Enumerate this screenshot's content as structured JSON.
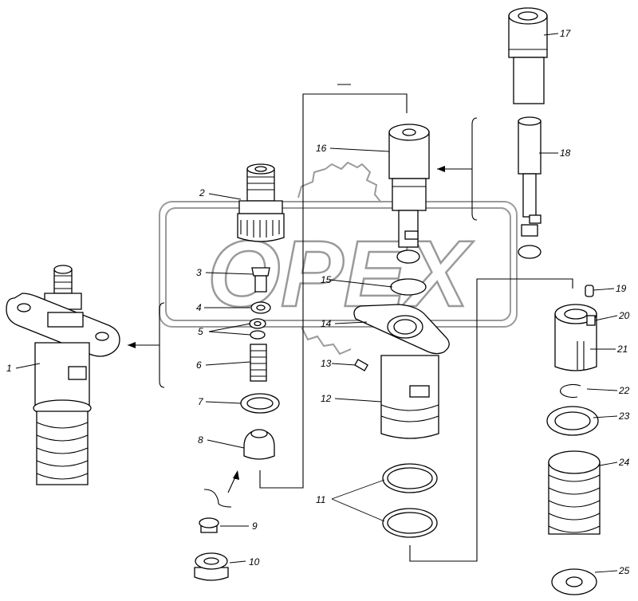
{
  "watermark": {
    "text": "OPEX"
  },
  "callouts": [
    "1",
    "2",
    "3",
    "4",
    "5",
    "6",
    "7",
    "8",
    "9",
    "10",
    "11",
    "12",
    "13",
    "14",
    "15",
    "16",
    "17",
    "18",
    "19",
    "20",
    "21",
    "22",
    "23",
    "24",
    "25"
  ]
}
